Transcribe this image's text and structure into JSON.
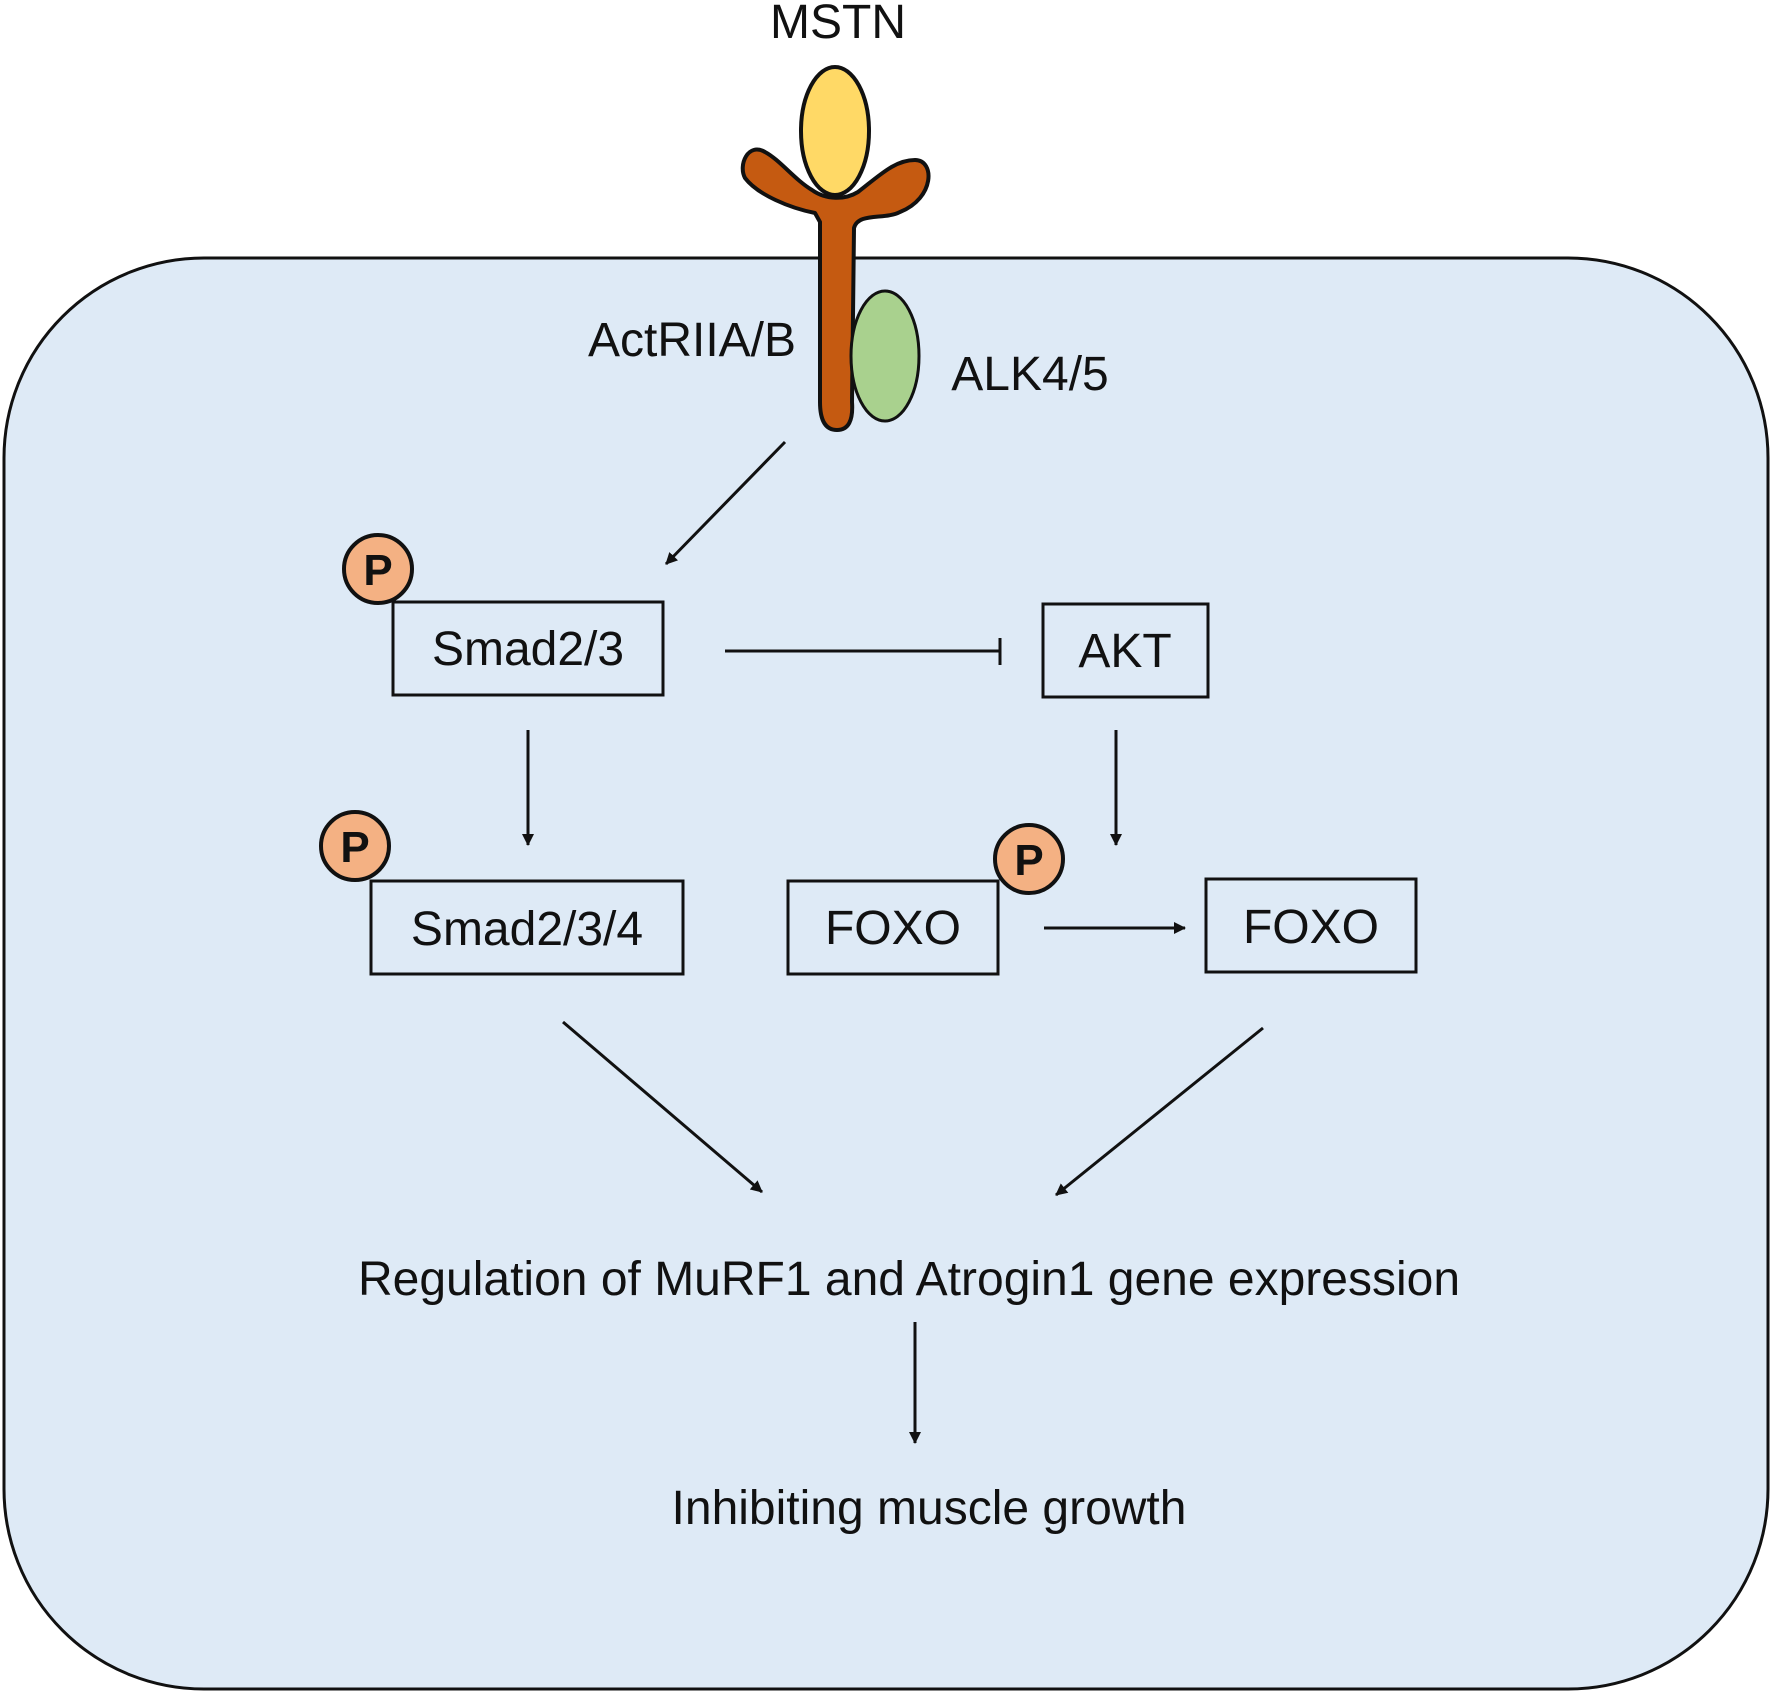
{
  "colors": {
    "cell_fill": "#deeaf6",
    "receptor": "#c55a11",
    "ligand": "#ffd966",
    "coreceptor": "#a9d18e",
    "phospho": "#f4b183",
    "stroke": "#111111"
  },
  "labels": {
    "ligand": "MSTN",
    "receptor": "ActRIIA/B",
    "coreceptor": "ALK4/5",
    "phospho": "P"
  },
  "nodes": {
    "smad23": "Smad2/3",
    "akt": "AKT",
    "smad234": "Smad2/3/4",
    "foxo_p": "FOXO",
    "foxo": "FOXO",
    "regulation": "Regulation of MuRF1 and Atrogin1 gene expression",
    "outcome": "Inhibiting muscle growth"
  },
  "edges": [
    {
      "from": "receptor",
      "to": "smad23",
      "type": "activation"
    },
    {
      "from": "smad23",
      "to": "akt",
      "type": "inhibition"
    },
    {
      "from": "smad23",
      "to": "smad234",
      "type": "activation"
    },
    {
      "from": "akt",
      "to": "foxo_p",
      "type": "activation"
    },
    {
      "from": "foxo_p",
      "to": "foxo",
      "type": "activation"
    },
    {
      "from": "smad234",
      "to": "regulation",
      "type": "activation"
    },
    {
      "from": "foxo",
      "to": "regulation",
      "type": "activation"
    },
    {
      "from": "regulation",
      "to": "outcome",
      "type": "activation"
    }
  ]
}
